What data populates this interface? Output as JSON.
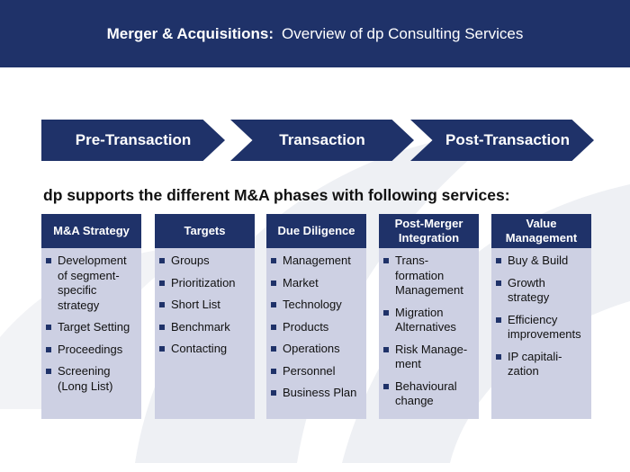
{
  "header": {
    "title_bold": "Merger & Acquisitions:",
    "title_rest": "Overview  of dp Consulting Services"
  },
  "phases": [
    "Pre-Transaction",
    "Transaction",
    "Post-Transaction"
  ],
  "subtitle": "dp supports the different M&A phases with following services:",
  "columns": [
    {
      "title": "M&A Strategy",
      "items": [
        "Development of segment-specific strategy",
        "Target Setting",
        "Proceedings",
        "Screening (Long List)"
      ]
    },
    {
      "title": "Targets",
      "items": [
        "Groups",
        "Prioritization",
        "Short List",
        "Benchmark",
        "Contacting"
      ]
    },
    {
      "title": "Due Diligence",
      "items": [
        "Management",
        "Market",
        "Technology",
        "Products",
        "Operations",
        "Personnel",
        "Business Plan"
      ]
    },
    {
      "title": "Post-Merger Integration",
      "items": [
        "Trans-formation Management",
        "Migration Alternatives",
        "Risk Manage-ment",
        "Behavioural change"
      ]
    },
    {
      "title": "Value Management",
      "items": [
        "Buy & Build",
        "Growth strategy",
        "Efficiency improvements",
        "IP capitali-zation"
      ]
    }
  ],
  "colors": {
    "primary": "#1f3269",
    "column_bg": "#cdd0e3"
  }
}
